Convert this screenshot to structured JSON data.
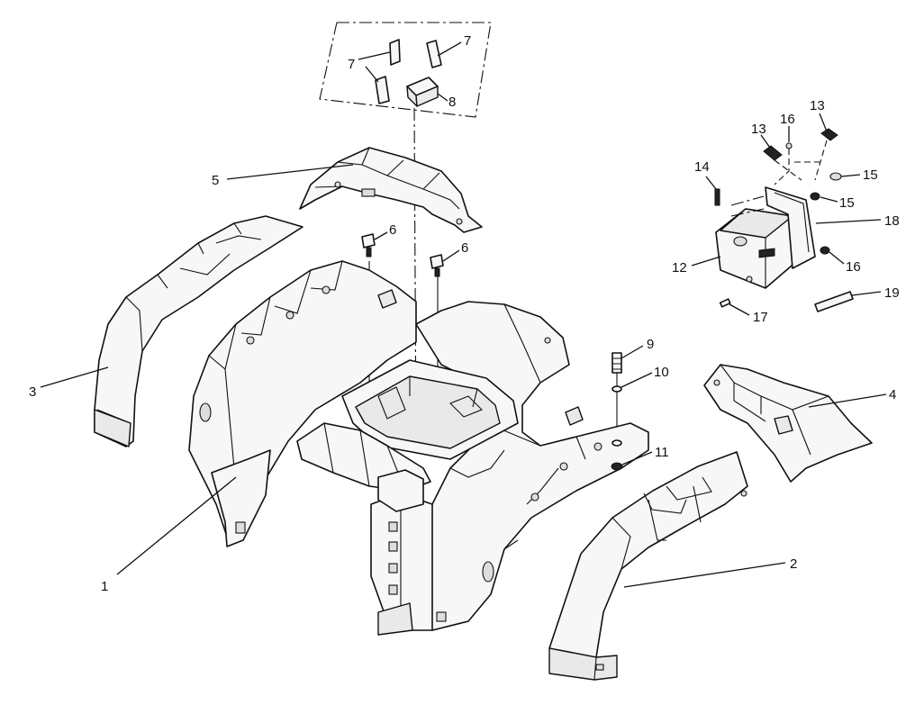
{
  "callouts": {
    "c1": "1",
    "c2": "2",
    "c3": "3",
    "c4": "4",
    "c5": "5",
    "c6a": "6",
    "c6b": "6",
    "c7a": "7",
    "c7b": "7",
    "c8": "8",
    "c9": "9",
    "c10": "10",
    "c11": "11",
    "c12": "12",
    "c13a": "13",
    "c13b": "13",
    "c14": "14",
    "c15a": "15",
    "c15b": "15",
    "c16a": "16",
    "c16b": "16",
    "c17": "17",
    "c18": "18",
    "c19": "19"
  }
}
